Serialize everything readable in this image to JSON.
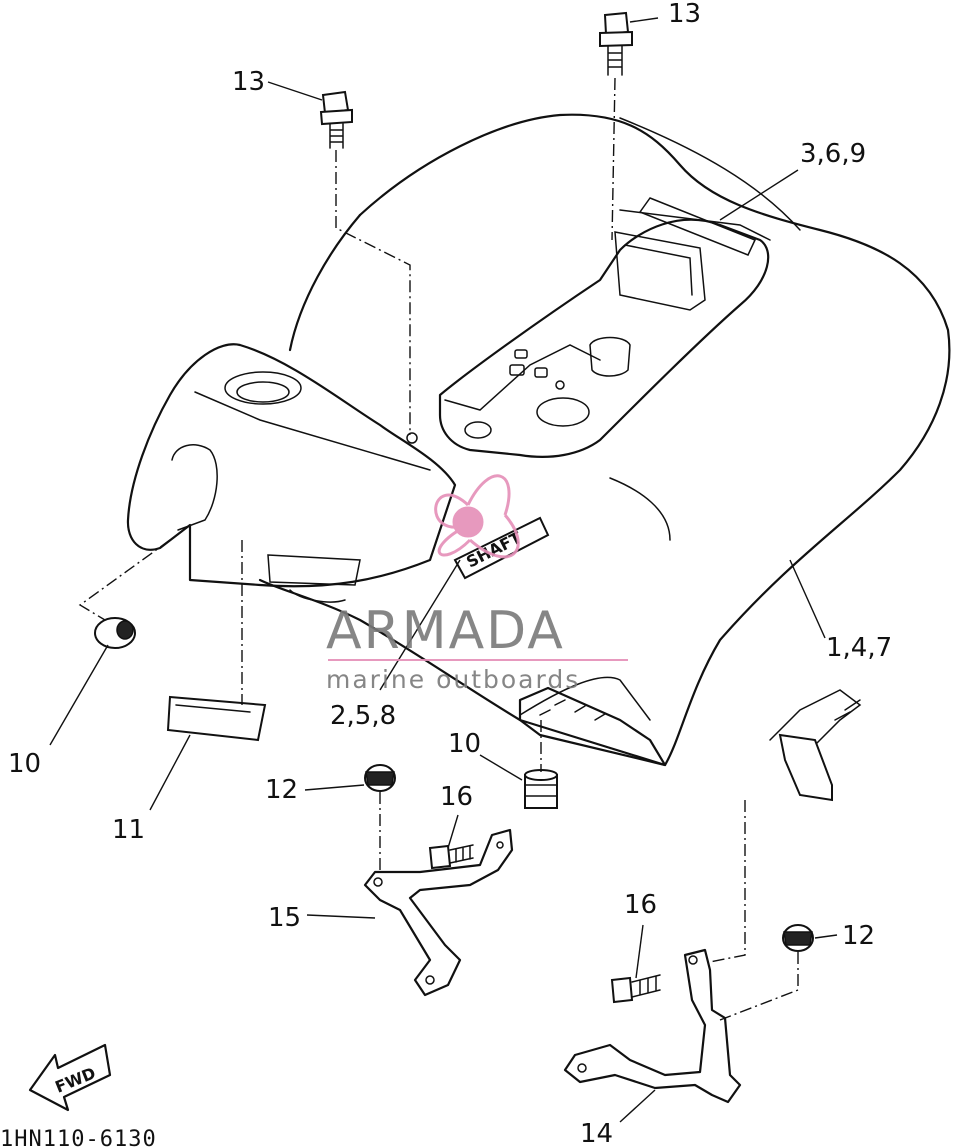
{
  "callouts": {
    "c13_left": "13",
    "c13_top": "13",
    "c369": "3,6,9",
    "c147": "1,4,7",
    "c258": "2,5,8",
    "c10_left": "10",
    "c10_mid": "10",
    "c11": "11",
    "c12_left": "12",
    "c12_right": "12",
    "c16_left": "16",
    "c16_right": "16",
    "c15": "15",
    "c14": "14"
  },
  "decal_text": "SHAFT",
  "direction_label": "FWD",
  "drawing_code": "1HN110-6130",
  "watermark": {
    "brand": "ARMADA",
    "tagline": "marine outboards",
    "color_primary": "#e58fb8",
    "color_text": "#7a7a7a"
  },
  "colors": {
    "line": "#111111",
    "background": "#ffffff"
  }
}
